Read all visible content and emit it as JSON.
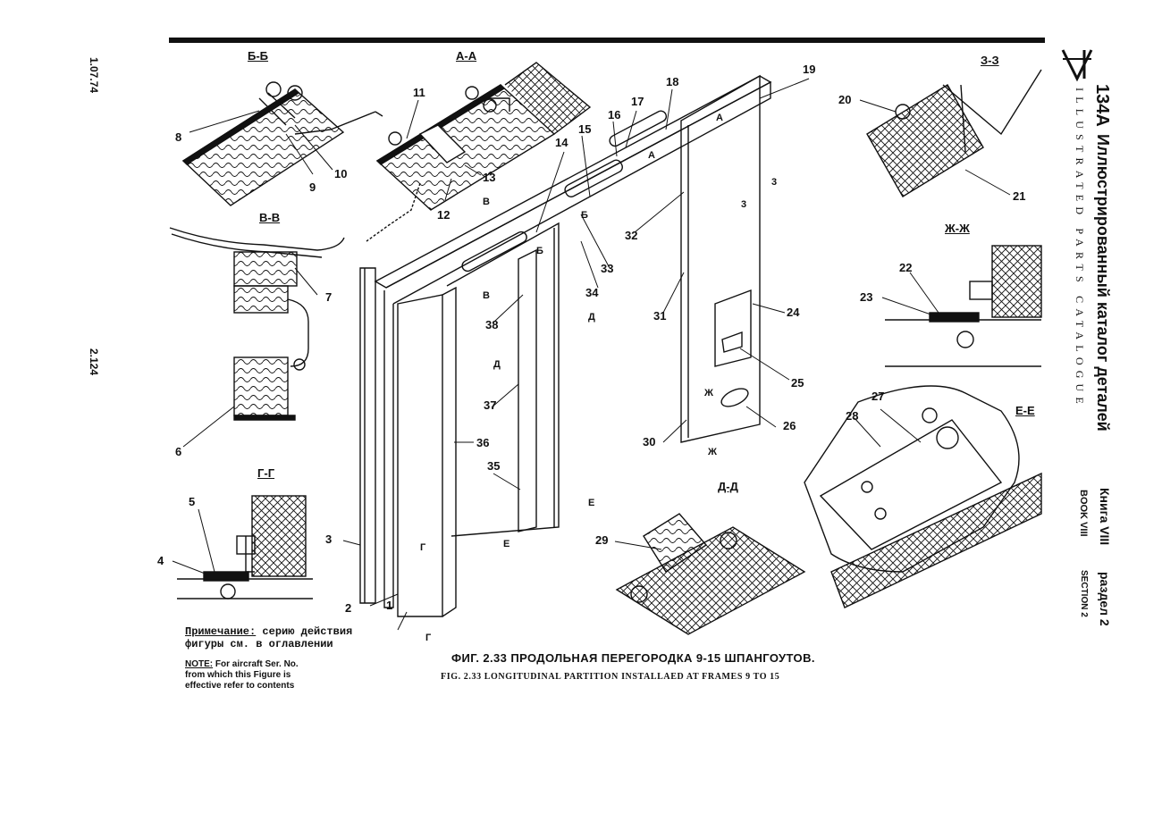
{
  "margin": {
    "date": "1.07.74",
    "page": "2.124"
  },
  "header": {
    "logo": "134A",
    "title_ru": "Иллюстрированный каталог деталей",
    "title_en": "ILLUSTRATED PARTS CATALOGUE",
    "book_ru": "Книга VIII",
    "section_ru": "раздел 2",
    "book_en": "BOOK VIII",
    "section_en": "SECTION 2"
  },
  "sections": {
    "bb": "Б-Б",
    "aa": "А-А",
    "vv": "В-В",
    "gg": "Г-Г",
    "zz": "З-З",
    "zhzh": "Ж-Ж",
    "ee": "Е-Е",
    "dd": "Д-Д"
  },
  "callouts": {
    "c1": "1",
    "c2": "2",
    "c3": "3",
    "c4": "4",
    "c5": "5",
    "c6": "6",
    "c7": "7",
    "c8": "8",
    "c9": "9",
    "c10": "10",
    "c11": "11",
    "c12": "12",
    "c13": "13",
    "c14": "14",
    "c15": "15",
    "c16": "16",
    "c17": "17",
    "c18": "18",
    "c19": "19",
    "c20": "20",
    "c21": "21",
    "c22": "22",
    "c23": "23",
    "c24": "24",
    "c25": "25",
    "c26": "26",
    "c27": "27",
    "c28": "28",
    "c29": "29",
    "c30": "30",
    "c31": "31",
    "c32": "32",
    "c33": "33",
    "c34": "34",
    "c35": "35",
    "c36": "36",
    "c37": "37",
    "c38": "38"
  },
  "view_marks": {
    "a1": "А",
    "a2": "А",
    "b1": "Б",
    "b2": "Б",
    "v1": "В",
    "v2": "В",
    "g1": "Г",
    "g2": "Г",
    "d1": "Д",
    "d2": "Д",
    "e1": "Е",
    "e2": "Е",
    "zh1": "Ж",
    "zh2": "Ж",
    "z1": "3",
    "z2": "3"
  },
  "note": {
    "ru_label": "Примечание:",
    "ru_text1": "серию действия",
    "ru_text2": "фигуры см. в оглавлении",
    "en_label": "NOTE:",
    "en_text1": "For aircraft Ser. No.",
    "en_text2": "from which this Figure is",
    "en_text3": "effective refer to contents"
  },
  "caption": {
    "ru": "ФИГ. 2.33  ПРОДОЛЬНАЯ ПЕРЕГОРОДКА  9-15 ШПАНГОУТОВ.",
    "en": "FIG. 2.33 LONGITUDINAL PARTITION INSTALLAED AT FRAMES 9 TO 15"
  }
}
